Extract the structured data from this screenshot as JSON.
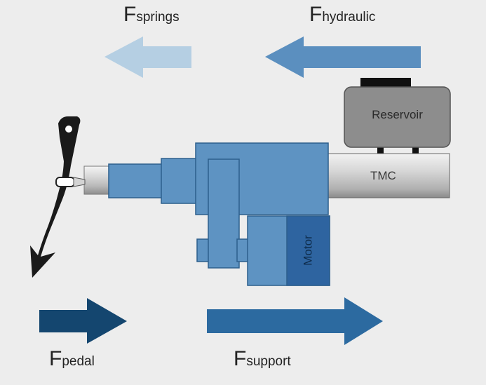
{
  "labels": {
    "springs": {
      "main": "F",
      "sub": "springs"
    },
    "hydraulic": {
      "main": "F",
      "sub": "hydraulic"
    },
    "pedal": {
      "main": "F",
      "sub": "pedal"
    },
    "support": {
      "main": "F",
      "sub": "support"
    }
  },
  "components": {
    "reservoir": "Reservoir",
    "tmc": "TMC",
    "motor": "Motor"
  },
  "colors": {
    "background": "#ededed",
    "arrow_springs": "#b5cfe3",
    "arrow_hydraulic": "#5b8fbf",
    "arrow_pedal": "#14466f",
    "arrow_support": "#2c6aa0",
    "booster_body": "#5e93c2",
    "booster_outline": "#2d5f8c",
    "motor_label_box": "#2e64a0",
    "reservoir": "#8c8c8c",
    "pedal": "#1a1a1a"
  }
}
